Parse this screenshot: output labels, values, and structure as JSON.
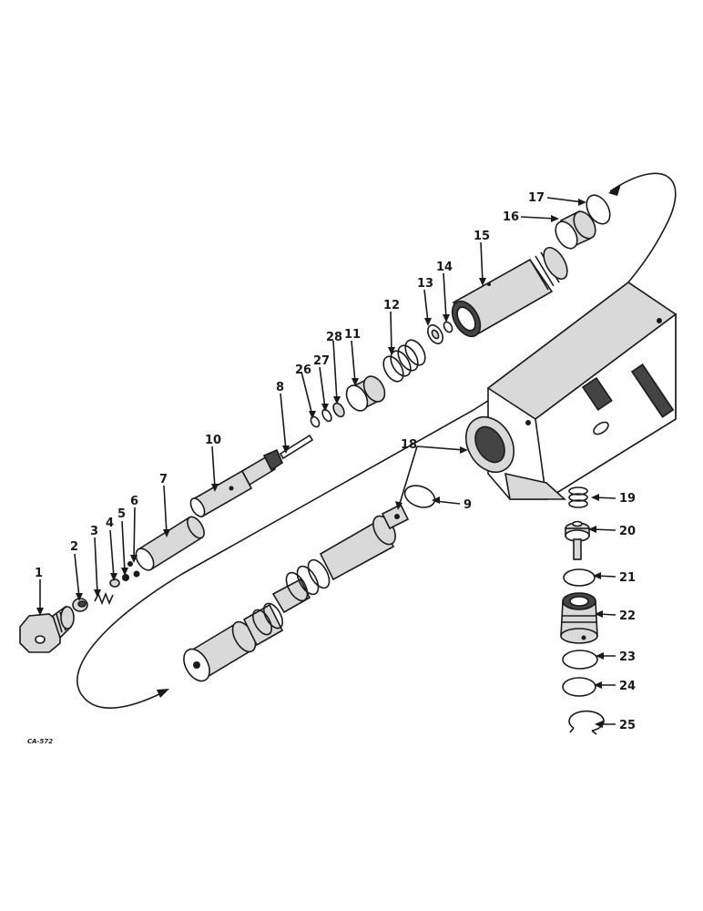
{
  "figure_code": "CA-572",
  "callouts": {
    "c1": "1",
    "c2": "2",
    "c3": "3",
    "c4": "4",
    "c5": "5",
    "c6": "6",
    "c7": "7",
    "c8": "8",
    "c9": "9",
    "c10": "10",
    "c11": "11",
    "c12": "12",
    "c13": "13",
    "c14": "14",
    "c15": "15",
    "c16": "16",
    "c17": "17",
    "c18": "18",
    "c19": "19",
    "c20": "20",
    "c21": "21",
    "c22": "22",
    "c23": "23",
    "c24": "24",
    "c25": "25",
    "c26": "26",
    "c27": "27",
    "c28": "28"
  }
}
